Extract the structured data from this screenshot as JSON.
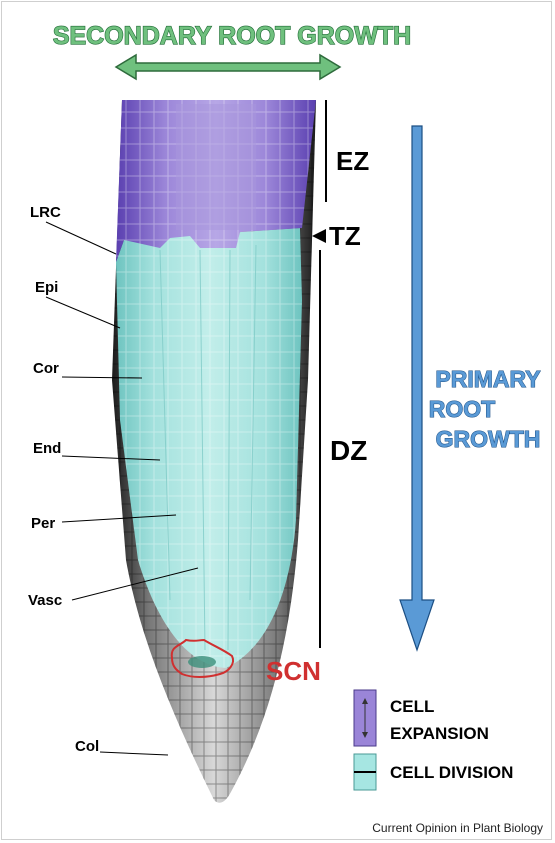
{
  "title": "SECONDARY ROOT GROWTH",
  "zones": {
    "ez": "EZ",
    "tz": "TZ",
    "dz": "DZ"
  },
  "primary_growth": [
    "PRIMARY",
    "ROOT",
    "GROWTH"
  ],
  "scn": "SCN",
  "tissues": {
    "lrc": "LRC",
    "epi": "Epi",
    "cor": "Cor",
    "end": "End",
    "per": "Per",
    "vasc": "Vasc",
    "col": "Col"
  },
  "legend": {
    "expansion_line1": "CELL",
    "expansion_line2": "EXPANSION",
    "division": "CELL DIVISION"
  },
  "credit": "Current Opinion in Plant Biology",
  "colors": {
    "expansion": "#9a85d8",
    "division": "#a6e6e2",
    "secondary_arrow": "#6fc07e",
    "primary_arrow": "#5a9ad6",
    "scn": "#d03030"
  }
}
